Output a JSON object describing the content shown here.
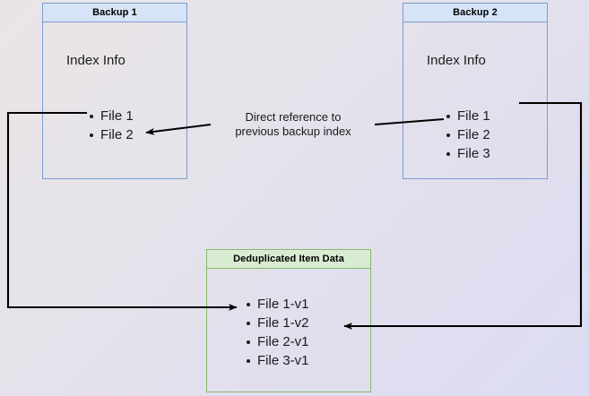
{
  "diagram": {
    "title": "Backup deduplication index reference diagram",
    "background": {
      "from": "#e9e5e7",
      "to": "#dcdcf2"
    },
    "colors": {
      "blue_border": "#7d9dcd",
      "blue_header": "#d6e4f7",
      "green_border": "#86b96a",
      "green_header": "#d8ecd2",
      "arrow": "#000000",
      "text": "#1a1a1a"
    },
    "nodes": {
      "backup1": {
        "title": "Backup 1",
        "section_label": "Index Info",
        "items": [
          "File 1",
          "File 2"
        ]
      },
      "backup2": {
        "title": "Backup 2",
        "section_label": "Index Info",
        "items": [
          "File 1",
          "File 2",
          "File 3"
        ]
      },
      "dedup": {
        "title": "Deduplicated Item Data",
        "items": [
          "File 1-v1",
          "File 1-v2",
          "File 2-v1",
          "File 3-v1"
        ]
      }
    },
    "edges": [
      {
        "name": "backup2-index-to-backup1-index",
        "label": "Direct reference to\nprevious backup index",
        "from": "backup2.items.1",
        "to": "backup1.items.1"
      },
      {
        "name": "backup1-file1-to-dedup-file1v1",
        "label": "",
        "from": "backup1.items.0",
        "to": "dedup.items.0"
      },
      {
        "name": "backup2-file1-to-dedup-file1v2",
        "label": "",
        "from": "backup2.items.0",
        "to": "dedup.items.1"
      }
    ]
  }
}
